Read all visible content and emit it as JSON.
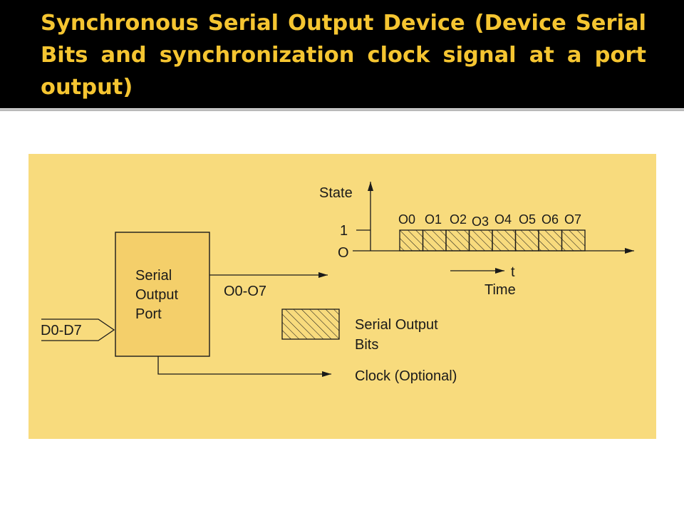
{
  "slide": {
    "title": "Synchronous Serial Output Device (Device Serial Bits and synchronization clock signal at a port output)"
  },
  "diagram": {
    "port_block": {
      "line1": "Serial",
      "line2": "Output",
      "line3": "Port"
    },
    "input_label": "D0-D7",
    "output_label": "O0-O7",
    "clock_label": "Clock (Optional)",
    "legend": {
      "line1": "Serial Output",
      "line2": "Bits"
    },
    "timing": {
      "y_axis_label": "State",
      "level_high": "1",
      "level_low": "O",
      "x_axis_label": "t",
      "time_label": "Time",
      "bits": [
        "O0",
        "O1",
        "O2",
        "O3",
        "O4",
        "O5",
        "O6",
        "O7"
      ]
    }
  },
  "colors": {
    "title_bg": "#000000",
    "title_text": "#f5c531",
    "panel_bg": "#f8db7d",
    "block_fill": "#f4cf6a",
    "line": "#1a1a1a"
  }
}
